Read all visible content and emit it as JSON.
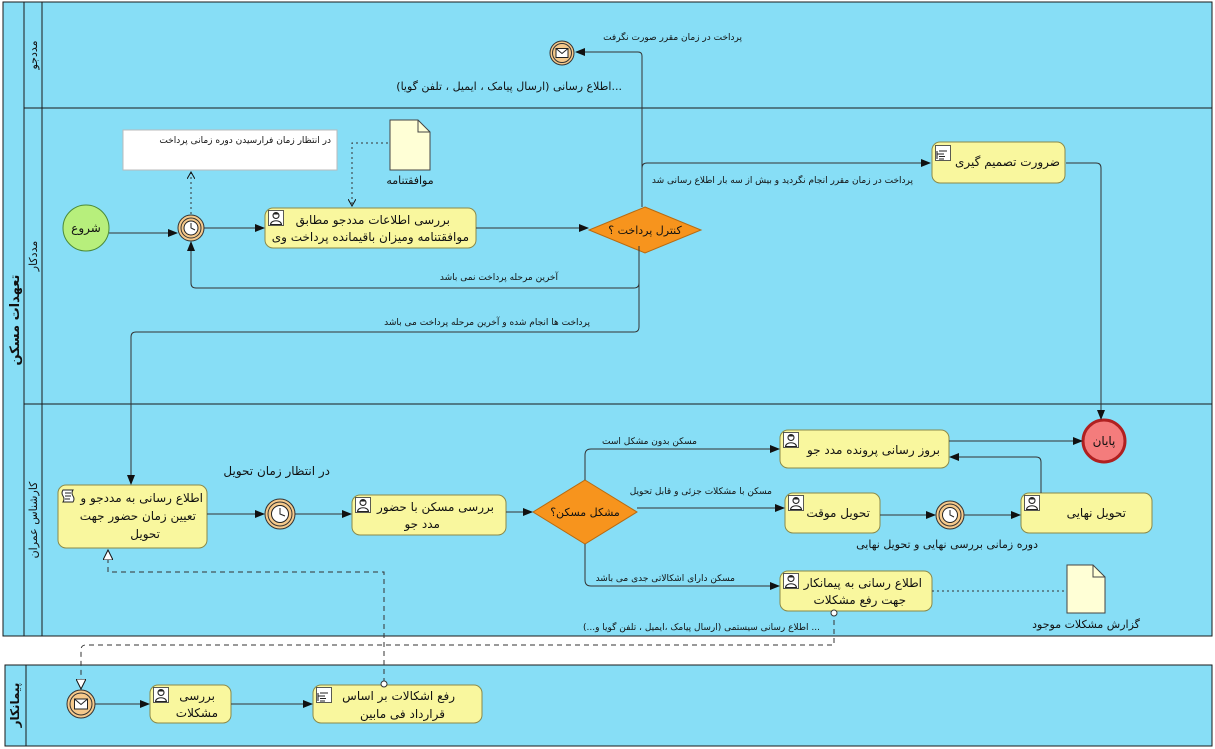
{
  "pools": {
    "main": "تعهدات مسکن",
    "contractor": "پیمانکار"
  },
  "lanes": {
    "applicant": "مددجو",
    "social_worker": "مددکار",
    "civil_expert": "کارشناس عمران"
  },
  "events": {
    "start": "شروع",
    "end": "پایان"
  },
  "tasks": {
    "review_info": [
      "بررسی اطلاعات مددجو مطابق",
      "موافقتنامه ومیزان باقیمانده پرداخت وی"
    ],
    "decision": "ضرورت تصمیم گیری",
    "notify_applicant": [
      "اطلاع رسانی به مددجو و",
      "تعیین زمان حضور جهت",
      "تحویل"
    ],
    "review_housing": [
      "بررسی مسکن با حضور",
      "مدد جو"
    ],
    "update_file": "بروز رسانی پرونده مدد جو",
    "temp_delivery": "تحویل موقت",
    "final_delivery": "تحویل نهایی",
    "notify_contractor": [
      "اطلاع رسانی به پیمانکار",
      "جهت رفع مشکلات"
    ],
    "review_problems": [
      "بررسی",
      "مشکلات"
    ],
    "fix_problems": [
      "رفع اشکالات بر اساس",
      "قرارداد فی مابین"
    ]
  },
  "gateways": {
    "payment_check": "کنترل پرداخت ؟",
    "housing_problem": "مشکل مسکن؟"
  },
  "artifacts": {
    "agreement_doc": "موافقتنامه",
    "problems_report": "گزارش مشکلات موجود",
    "wait_annotation": "در انتظار زمان فرارسیدن دوره زمانی پرداخت"
  },
  "labels": {
    "applicant_message": "اطلاع رسانی (ارسال پیامک ، ایمیل ، تلفن گویا)...",
    "payment_not_on_time": "پرداخت در زمان مقرر صورت نگرفت",
    "not_paid_three_times": "پرداخت در زمان مقرر انجام نگردید و بیش از سه بار اطلاع رسانی شد",
    "not_last_stage": "آخرین مرحله پرداخت نمی باشد",
    "payments_done": "پرداخت ها انجام شده و آخرین مرحله پرداخت می باشد",
    "wait_delivery_time": "در انتظار زمان تحویل",
    "no_problem": "مسکن بدون مشکل است",
    "minor_problem": "مسکن با مشکلات جزئی و قابل تحویل",
    "major_problem": "مسکن دارای اشکالاتی جدی می باشد",
    "final_review_period": "دوره زمانی بررسی نهایی و تحویل نهایی",
    "system_notify": "اطلاع رسانی سیستمی (ارسال پیامک ،ایمیل ، تلفن گویا و...) ..."
  },
  "colors": {
    "lane": "#87def6",
    "task": "#f9f79e",
    "start": "#b7ef7c",
    "end": "#f47c7c",
    "gateway": "#f7941d",
    "event": "#f5c98b"
  }
}
